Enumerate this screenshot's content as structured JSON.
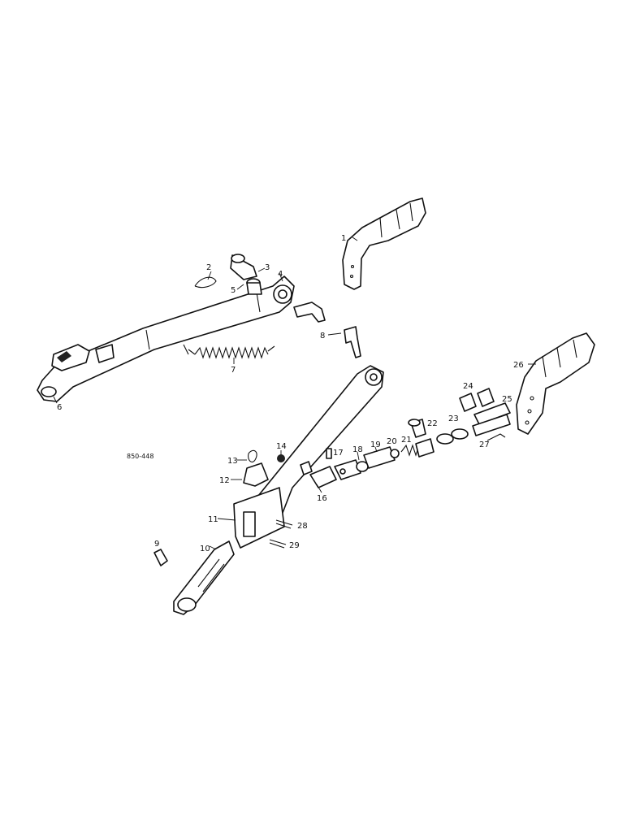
{
  "drawing": {
    "reference_code": "850-448",
    "callouts": [
      {
        "id": "c1",
        "text": "1"
      },
      {
        "id": "c2",
        "text": "2"
      },
      {
        "id": "c3",
        "text": "3"
      },
      {
        "id": "c4",
        "text": "4"
      },
      {
        "id": "c5",
        "text": "5"
      },
      {
        "id": "c6",
        "text": "6"
      },
      {
        "id": "c7",
        "text": "7"
      },
      {
        "id": "c8",
        "text": "8"
      },
      {
        "id": "c9",
        "text": "9"
      },
      {
        "id": "c10",
        "text": "10"
      },
      {
        "id": "c11",
        "text": "11"
      },
      {
        "id": "c12",
        "text": "12"
      },
      {
        "id": "c13",
        "text": "13"
      },
      {
        "id": "c14",
        "text": "14"
      },
      {
        "id": "c16",
        "text": "16"
      },
      {
        "id": "c17",
        "text": "17"
      },
      {
        "id": "c18",
        "text": "18"
      },
      {
        "id": "c19",
        "text": "19"
      },
      {
        "id": "c20",
        "text": "20"
      },
      {
        "id": "c21",
        "text": "21"
      },
      {
        "id": "c22",
        "text": "22"
      },
      {
        "id": "c23",
        "text": "23"
      },
      {
        "id": "c24",
        "text": "24"
      },
      {
        "id": "c25",
        "text": "25"
      },
      {
        "id": "c26",
        "text": "26"
      },
      {
        "id": "c27",
        "text": "27"
      },
      {
        "id": "c28",
        "text": "28"
      },
      {
        "id": "c29",
        "text": "29"
      }
    ]
  }
}
